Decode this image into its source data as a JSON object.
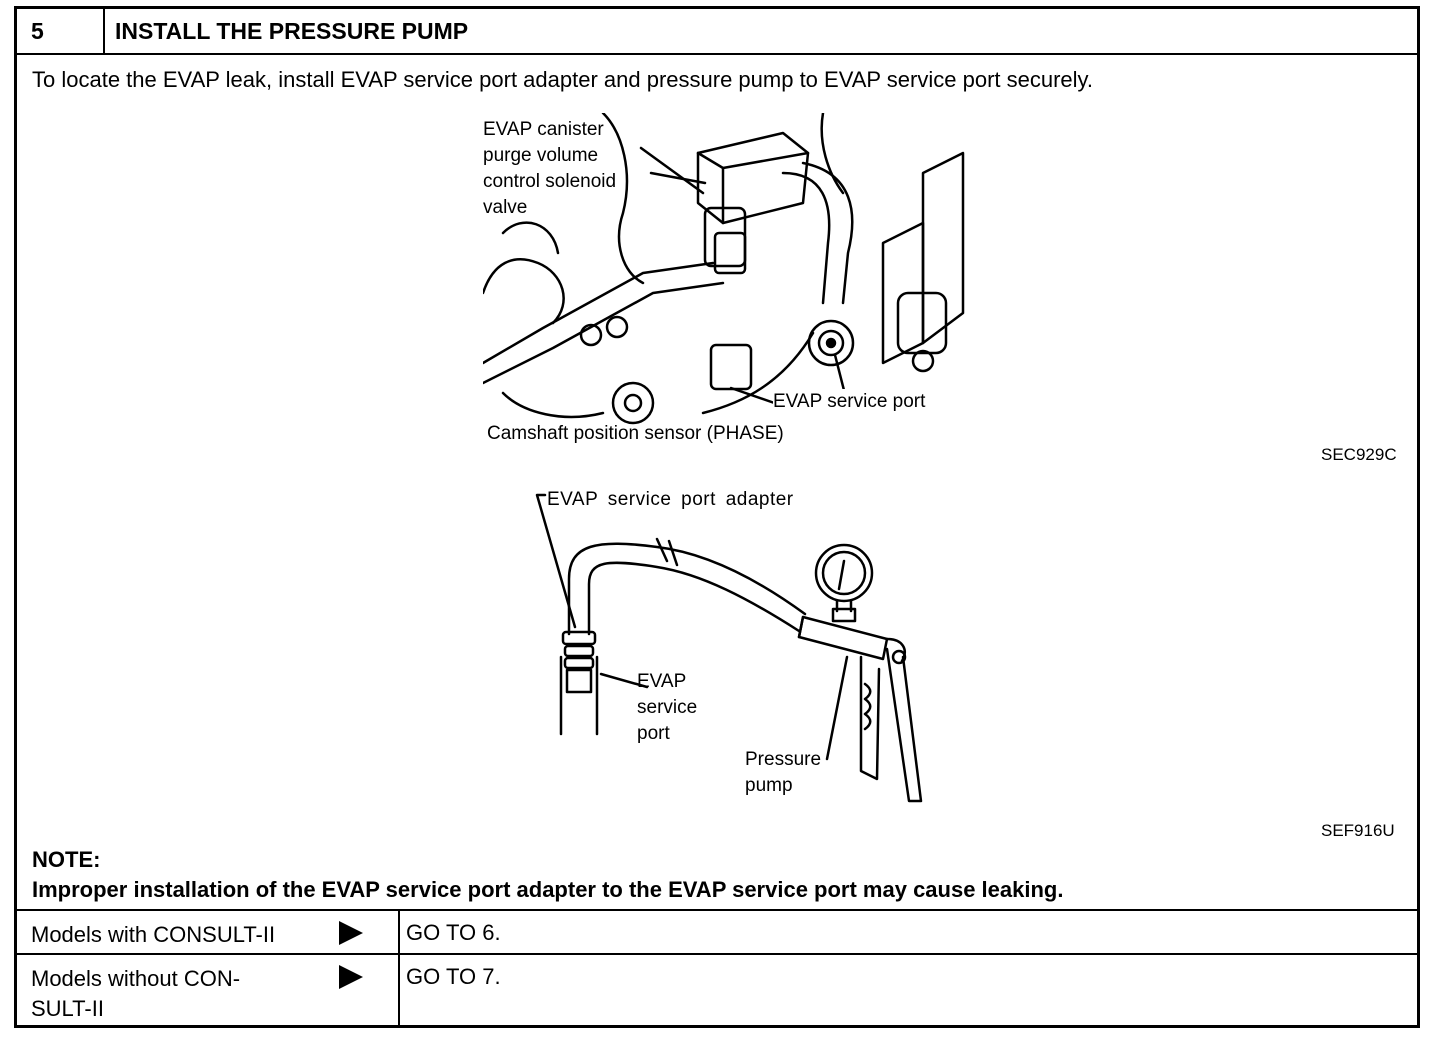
{
  "step": {
    "number": "5",
    "title": "INSTALL THE PRESSURE PUMP"
  },
  "intro": "To locate the EVAP leak, install EVAP service port adapter and pressure pump to EVAP service port securely.",
  "figure1": {
    "label_solenoid": [
      "EVAP canister",
      "purge volume",
      "control solenoid",
      "valve"
    ],
    "label_service_port": "EVAP service port",
    "label_camshaft": "Camshaft position sensor (PHASE)",
    "code": "SEC929C"
  },
  "figure2": {
    "label_adapter": "EVAP service port adapter",
    "label_port": [
      "EVAP",
      "service",
      "port"
    ],
    "label_pump": [
      "Pressure",
      "pump"
    ],
    "code": "SEF916U"
  },
  "note": {
    "heading": "NOTE:",
    "text": "Improper installation of the EVAP service port adapter to the EVAP service port may cause leaking."
  },
  "decisions": [
    {
      "condition": "Models with CONSULT-II",
      "action": "GO TO 6."
    },
    {
      "condition_lines": [
        "Models without CON-",
        "SULT-II"
      ],
      "action": "GO TO 7."
    }
  ]
}
